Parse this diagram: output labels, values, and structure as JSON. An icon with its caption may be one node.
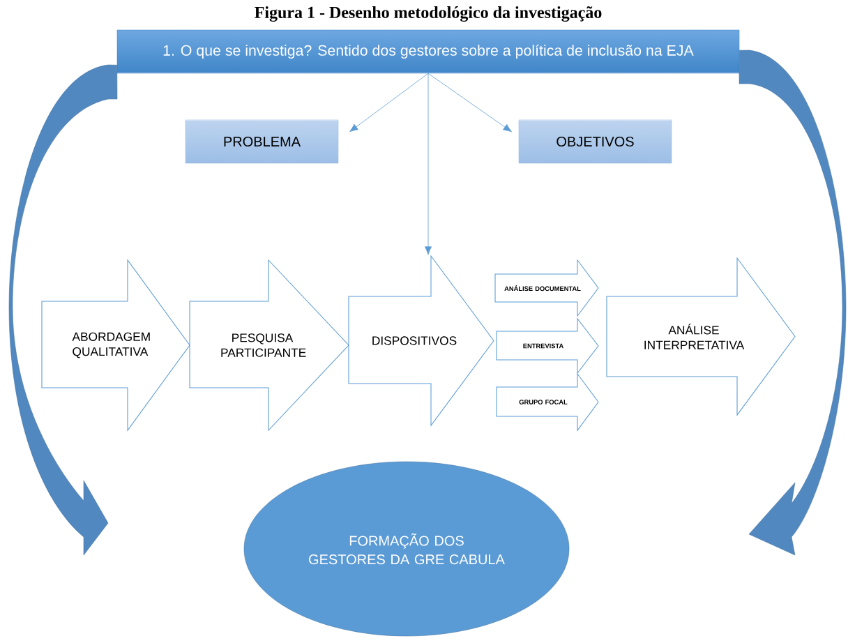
{
  "diagram": {
    "title": "Figura 1 - Desenho metodológico da investigação",
    "nodes": [
      {
        "text": [
          "1.  O que se investiga? Sentido dos gestores sobre a política de inclusão na EJA"
        ]
      },
      {
        "text": [
          "PROBLEMA"
        ]
      },
      {
        "text": [
          "OBJETIVOS"
        ]
      },
      {
        "text": [
          "ABORDAGEM QUALITATIVA"
        ]
      },
      {
        "text": [
          "PESQUISA PARTICIPANTE"
        ]
      },
      {
        "text": [
          "DISPOSITIVOS"
        ]
      },
      {
        "text": [
          "ANÁLISE DOCUMENTAL"
        ]
      },
      {
        "text": [
          "ENTREVISTA"
        ]
      },
      {
        "text": [
          "GRUPO FOCAL"
        ]
      },
      {
        "text": [
          "ANÁLISE INTERPRETATIVA"
        ]
      },
      {
        "text": [
          "FORMAÇÃO DOS GESTORES DA GRE CABULA"
        ]
      }
    ],
    "edges": [
      {
        "from": 0,
        "to": 1,
        "arrow": "to"
      },
      {
        "from": 0,
        "to": 2,
        "arrow": "to"
      },
      {
        "from": 0,
        "to": 5,
        "arrow": "to"
      },
      {
        "from": 0,
        "to": null,
        "arrow": "to",
        "style": "thick"
      },
      {
        "from": 0,
        "to": null,
        "arrow": "to",
        "style": "thick"
      }
    ]
  }
}
